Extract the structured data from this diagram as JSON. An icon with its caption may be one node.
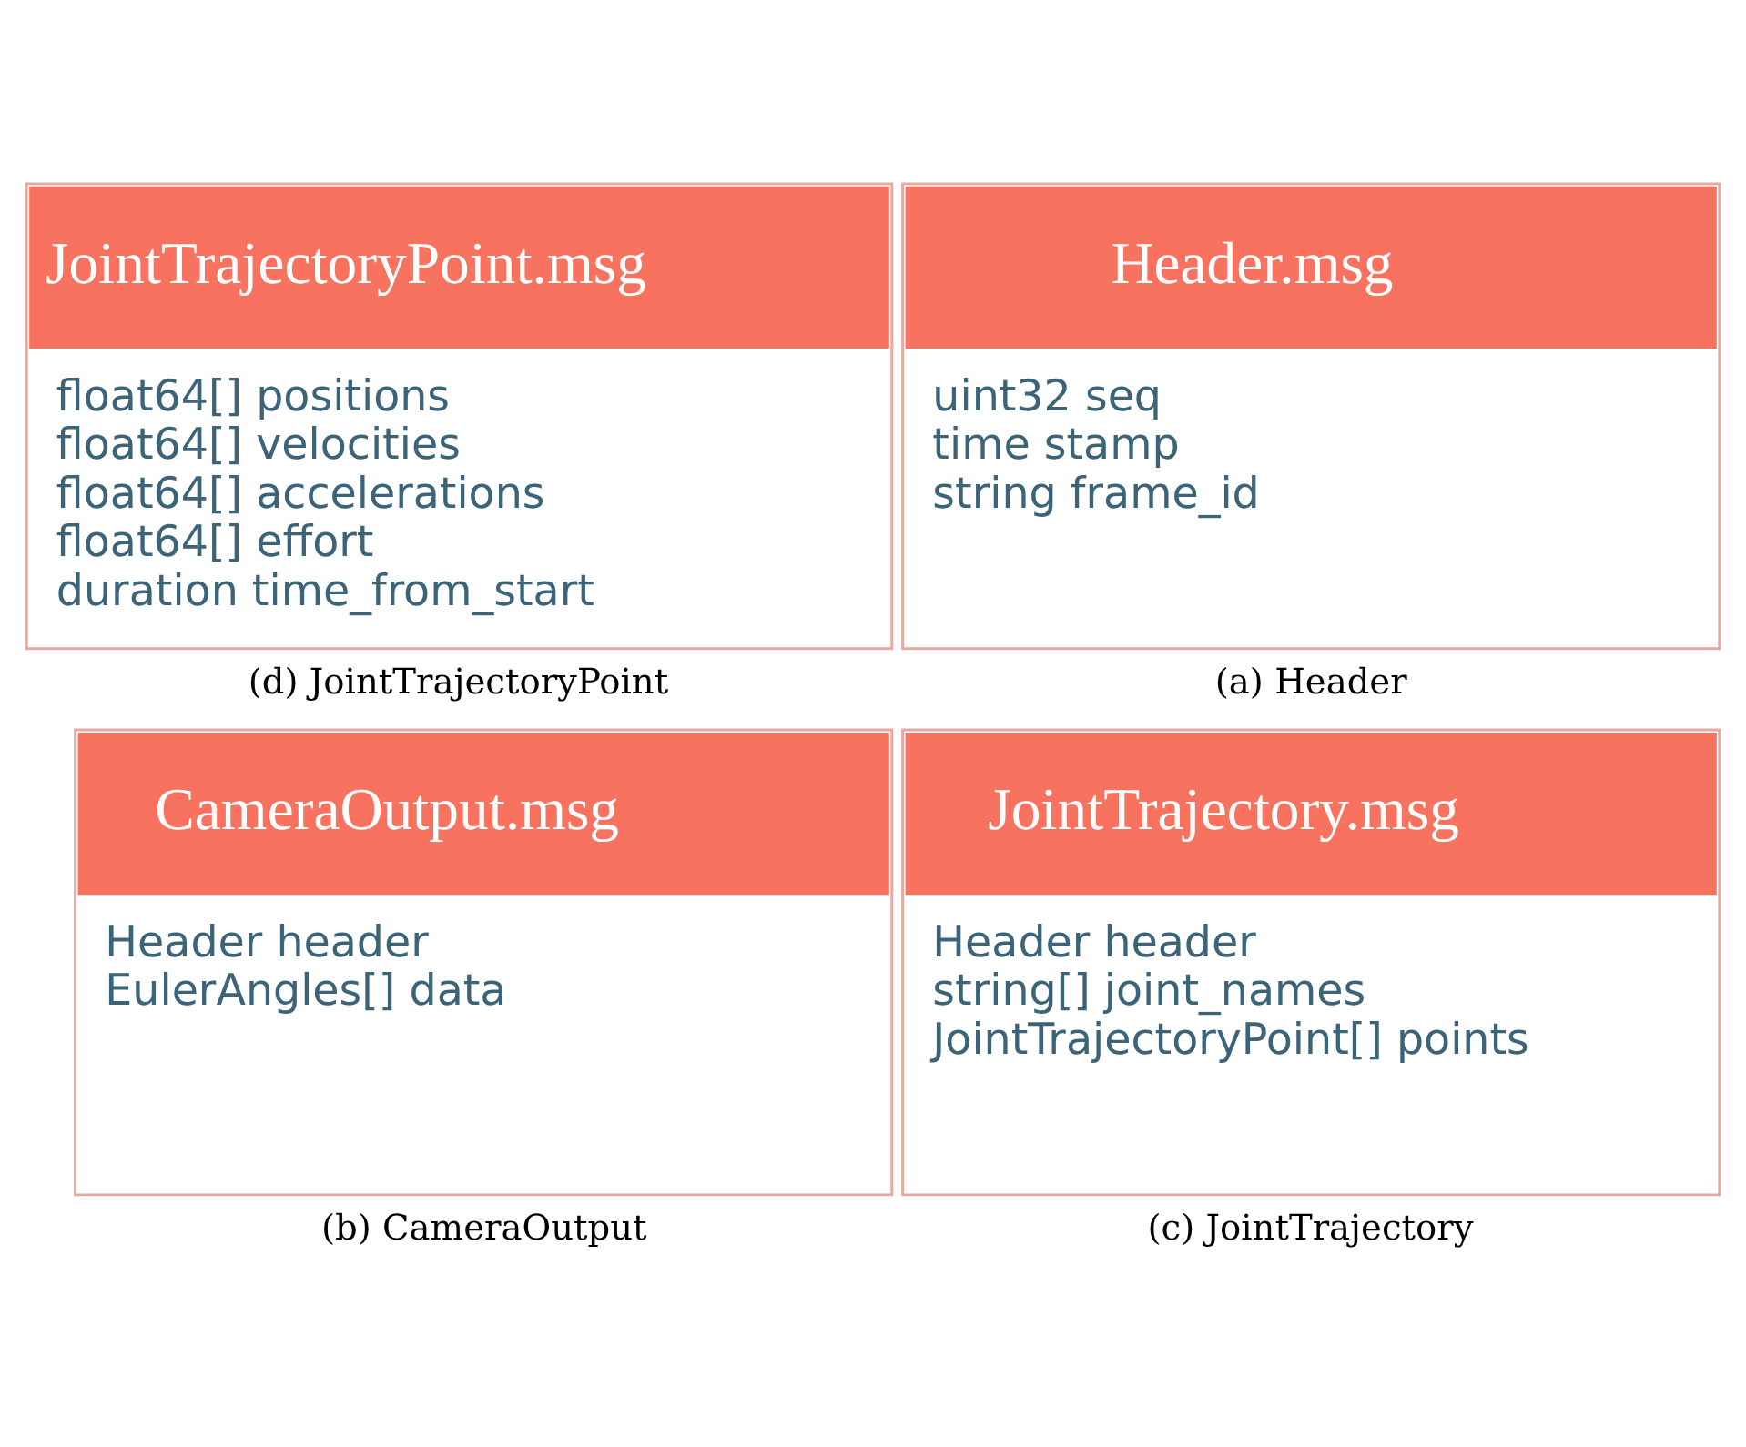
{
  "diagram": {
    "nodes": [
      {
        "text": [
          "Header.msg",
          "uint32 seq",
          "time stamp",
          "string frame_id"
        ],
        "beside": [
          "(a) Header"
        ]
      },
      {
        "text": [
          "CameraOutput.msg",
          "Header header",
          "EulerAngles[] data"
        ],
        "beside": [
          "(b) CameraOutput"
        ]
      },
      {
        "text": [
          "JointTrajectory.msg",
          "Header header",
          "string[] joint_names",
          "JointTrajectoryPoint[] points"
        ],
        "beside": [
          "(c) JointTrajectory"
        ]
      },
      {
        "text": [
          "JointTrajectoryPoint.msg",
          "float64[] positions",
          "float64[] velocities",
          "float64[] accelerations",
          "float64[] effort",
          "duration time_from_start"
        ],
        "beside": [
          "(d) JointTrajectoryPoint"
        ]
      }
    ]
  }
}
